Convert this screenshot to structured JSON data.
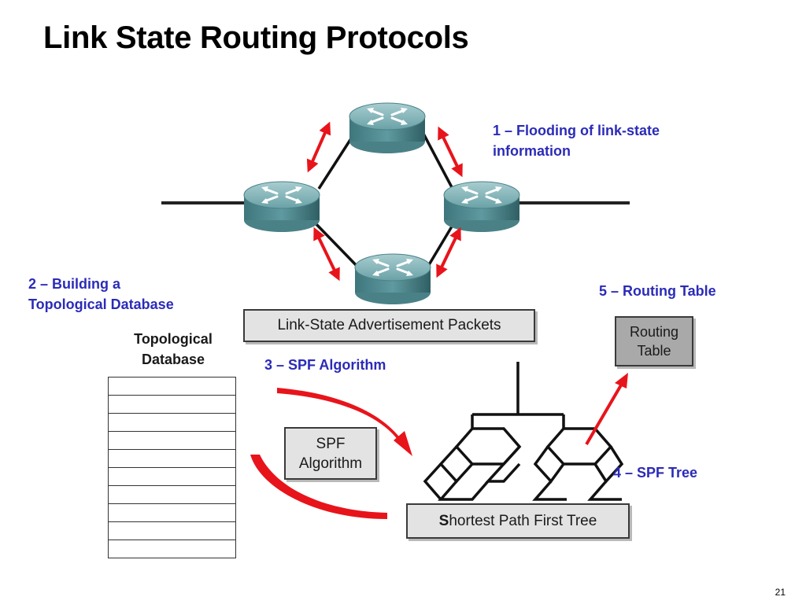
{
  "slide": {
    "title": "Link State Routing Protocols",
    "page_number": "21"
  },
  "callouts": {
    "step1": [
      "1 – Flooding of link-state",
      "information"
    ],
    "step2": [
      "2 – Building a",
      "Topological Database"
    ],
    "step3": "3 – SPF Algorithm",
    "step4": "4 – SPF Tree",
    "step5": "5 – Routing Table"
  },
  "boxes": {
    "lsa_packets": "Link-State Advertisement Packets",
    "topological_database": [
      "Topological",
      "Database"
    ],
    "spf_algorithm": [
      "SPF",
      "Algorithm"
    ],
    "spf_tree_first_letter": "S",
    "spf_tree_rest": "hortest Path First Tree",
    "routing_table": [
      "Routing",
      "Table"
    ]
  },
  "colors": {
    "callout_text": "#2b2bb8",
    "arrow_red": "#e8141b",
    "router_teal": "#5f9aa0",
    "box_gray": "#e3e3e3",
    "routing_table_gray": "#a9a9a9"
  }
}
